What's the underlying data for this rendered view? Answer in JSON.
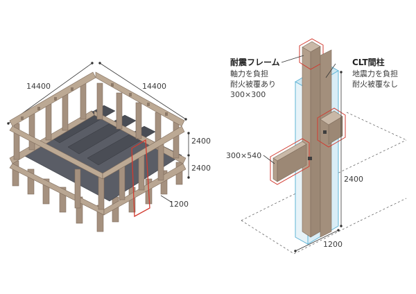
{
  "left_diagram": {
    "dim_width_left": "14400",
    "dim_width_right": "14400",
    "dim_floor_upper": "2400",
    "dim_floor_lower": "2400",
    "dim_bay": "1200"
  },
  "right_diagram": {
    "frame": {
      "title": "耐震フレーム",
      "line1": "軸力を負担",
      "line2": "耐火被覆あり",
      "line3": "300×300"
    },
    "clt": {
      "title": "CLT間柱",
      "line1": "地震力を負担",
      "line2": "耐火被覆なし"
    },
    "beam_size": "300×540",
    "dim_height": "2400",
    "dim_width": "1200"
  },
  "colors": {
    "wood": "#a5917f",
    "wood_dark": "#7d6a5a",
    "wood_light": "#c9b8a7",
    "slab": "#4a4d55",
    "highlight_red": "#d23a2f",
    "highlight_blue": "#5fb4d6",
    "dim_line": "#333333"
  }
}
